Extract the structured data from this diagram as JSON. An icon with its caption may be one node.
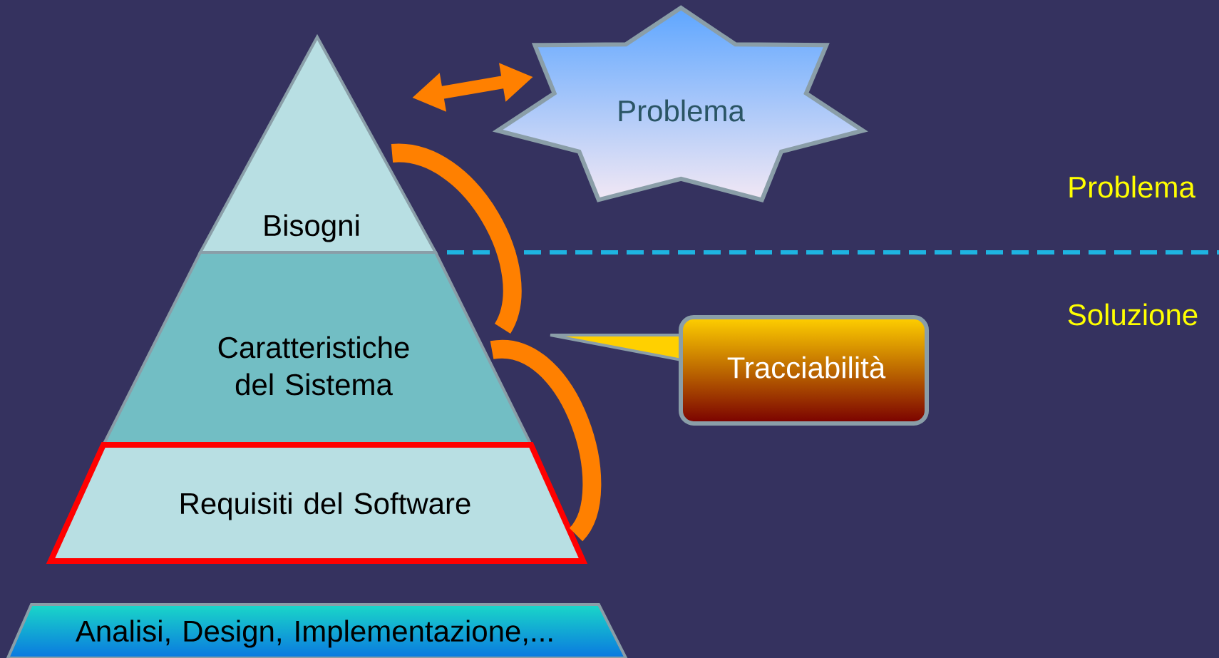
{
  "diagram": {
    "nodes": [
      {
        "text": [
          "Bisogni"
        ]
      },
      {
        "text": [
          "Caratteristiche del Sistema"
        ]
      },
      {
        "text": [
          "Requisiti del Software"
        ]
      },
      {
        "text": [
          "Analisi, Design, Implementazione,..."
        ]
      },
      {
        "text": [
          "Problema"
        ]
      },
      {
        "text": [
          "Tracciabilità"
        ]
      }
    ],
    "edges": [
      {
        "from": 0,
        "to": 4,
        "arrow": "both"
      },
      {
        "from": 0,
        "to": 1,
        "arrow": "none"
      },
      {
        "from": 1,
        "to": 2,
        "arrow": "none"
      }
    ],
    "labels": [
      "Problema",
      "Soluzione"
    ]
  }
}
